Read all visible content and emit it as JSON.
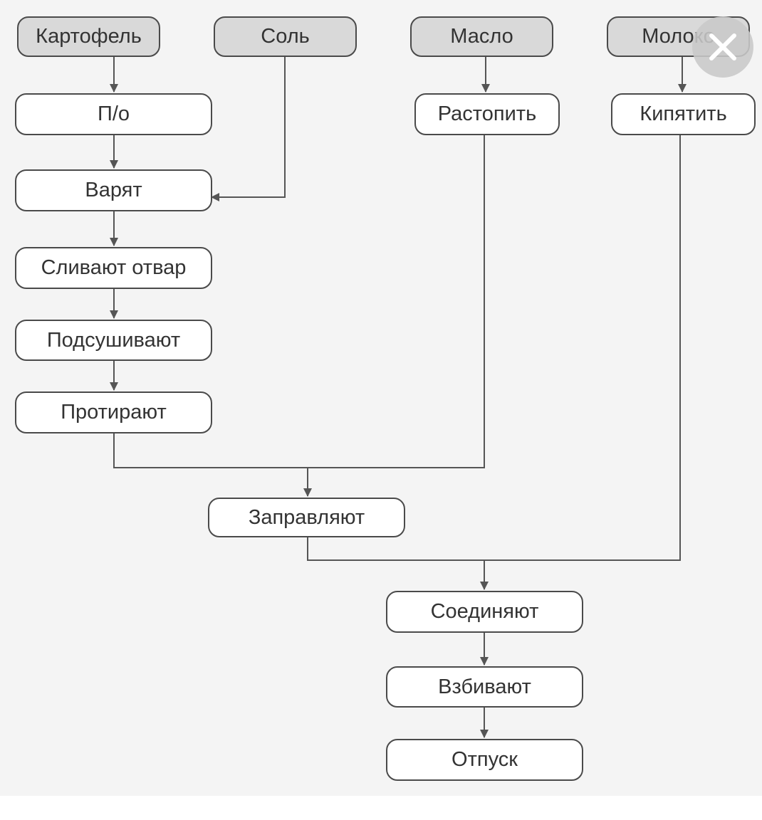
{
  "diagram": {
    "inputs": {
      "potato": "Картофель",
      "salt": "Соль",
      "butter": "Масло",
      "milk": "Молоко"
    },
    "steps": {
      "peel": "П/о",
      "boil": "Варят",
      "drain": "Сливают отвар",
      "dry": "Подсушивают",
      "mash": "Протирают",
      "melt": "Растопить",
      "heat_milk": "Кипятить",
      "season": "Заправляют",
      "combine": "Соединяют",
      "whip": "Взбивают",
      "serve": "Отпуск"
    }
  },
  "overlay": {
    "close_icon": "close-icon"
  },
  "colors": {
    "input_fill": "#d9d9d9",
    "step_fill": "#ffffff",
    "stroke": "#4a4a4a",
    "background": "#f4f4f4"
  }
}
